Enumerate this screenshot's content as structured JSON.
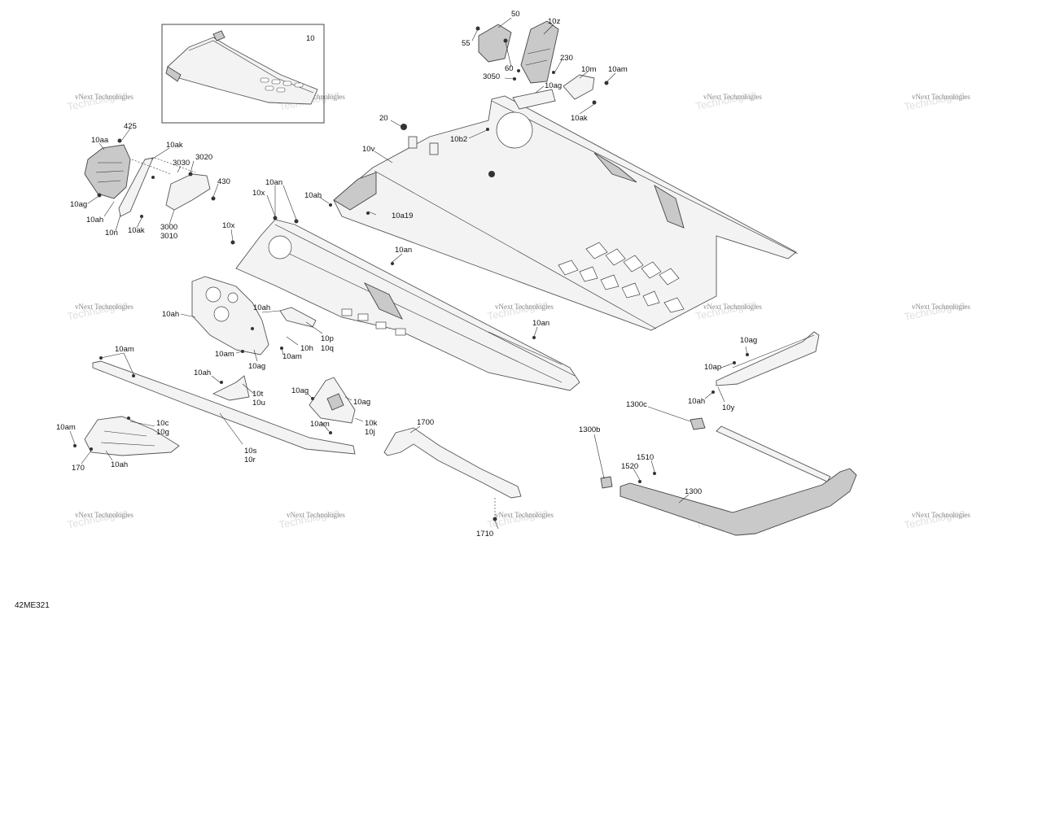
{
  "labels": {
    "l10": "10",
    "l50": "50",
    "l55": "55",
    "l10z": "10z",
    "l60": "60",
    "l230": "230",
    "l3050": "3050",
    "l10m": "10m",
    "l10am_a": "10am",
    "l10ag_a": "10ag",
    "l10ak_a": "10ak",
    "l20": "20",
    "l10b2": "10b2",
    "l10v": "10v",
    "l425": "425",
    "l10aa": "10aa",
    "l10ak_b": "10ak",
    "l3030": "3030",
    "l3020": "3020",
    "l430": "430",
    "l10ag_b": "10ag",
    "l10ah_a": "10ah",
    "l10n": "10n",
    "l10ak_c": "10ak",
    "l3000": "3000",
    "l3010": "3010",
    "l10an_a": "10an",
    "l10x_a": "10x",
    "l10ah_b": "10ah",
    "l10a19": "10a19",
    "l10x_b": "10x",
    "l10an_b": "10an",
    "l10ah_c": "10ah",
    "l10ah_d": "10ah",
    "l10p": "10p",
    "l10q": "10q",
    "l10h": "10h",
    "l10am_b": "10am",
    "l10am_c": "10am",
    "l10ag_c": "10ag",
    "l10an_c": "10an",
    "l10am_d": "10am",
    "l10ag_d": "10ag",
    "l10ap": "10ap",
    "l10ah_e": "10ah",
    "l10y": "10y",
    "l10ah_f": "10ah",
    "l10t": "10t",
    "l10u": "10u",
    "l10ag_e": "10ag",
    "l10ag_f": "10ag",
    "l10am_e": "10am",
    "l10k": "10k",
    "l10j": "10j",
    "l1700": "1700",
    "l1300c": "1300c",
    "l1300b": "1300b",
    "l1510": "1510",
    "l1520": "1520",
    "l1300": "1300",
    "l10am_f": "10am",
    "l10c": "10c",
    "l10g": "10g",
    "l170": "170",
    "l10ah_g": "10ah",
    "l10s": "10s",
    "l10r": "10r",
    "l1710": "1710"
  },
  "watermark": "vNext Technologies",
  "diagram_code": "42ME321"
}
